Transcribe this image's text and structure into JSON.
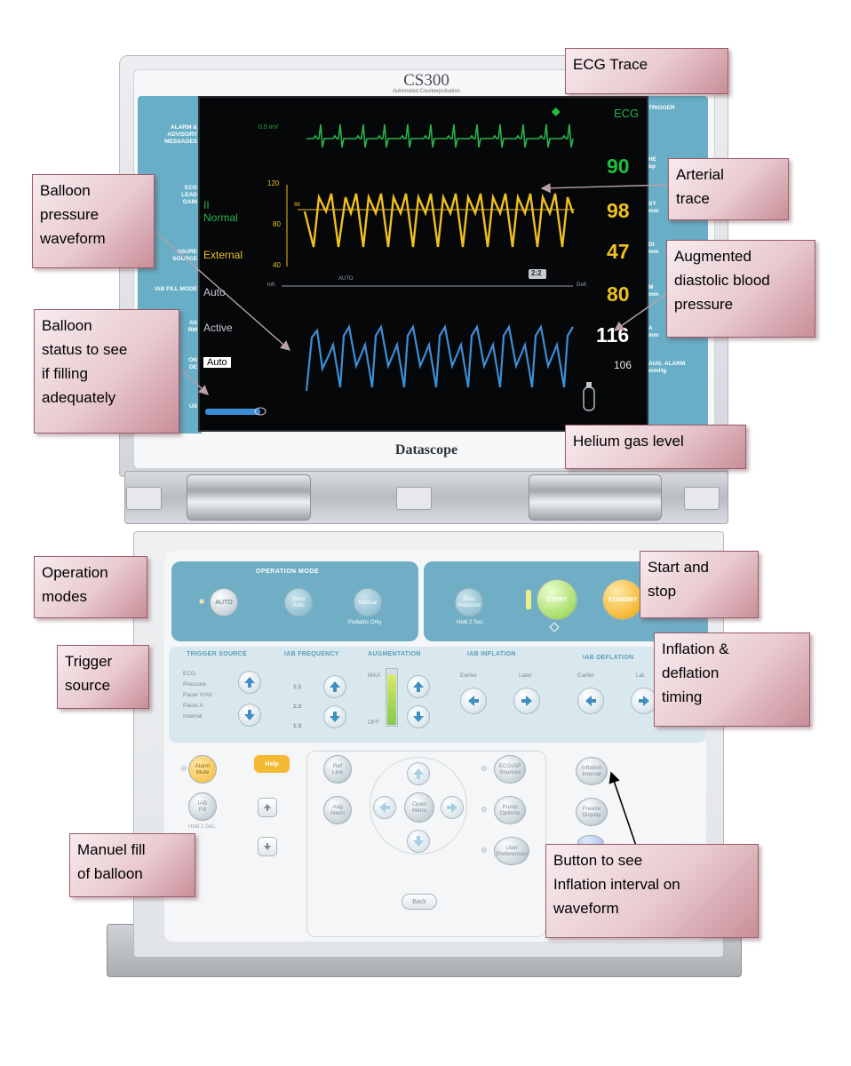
{
  "device": {
    "model": "CS300",
    "model_subtitle": "Automated Counterpulsation",
    "brand": "Datascope"
  },
  "side_left": [
    "ALARM &\nADVISORY\nMESSAGES",
    "ECG\nLEAD\nGAIN",
    "ASURE\nSOURCE",
    "IAB FILL MODE",
    "AS\nRM",
    "ON\nDE",
    "US"
  ],
  "side_right": [
    "TRIGGER",
    "HE\nbp",
    "SY\nmm",
    "DI\nmm",
    "M\nmm",
    "A\nmm",
    "AUG. ALARM\nmmHg"
  ],
  "screen": {
    "ecg_label": "ECG",
    "ecg_scale": "0.5 mV",
    "lead": "II",
    "gain": "Normal",
    "pressure_source": "External",
    "fill_mode": "Auto",
    "alarm_state": "Active",
    "operation": "Auto",
    "scale_120": "120",
    "scale_80": "80",
    "scale_40": "40",
    "marker_98": "98",
    "timing_infl": "Infl.",
    "timing_auto": "AUTO",
    "timing_defl": "Defl.",
    "frequency_badge": "2:2",
    "heart_rate": "90",
    "systolic": "98",
    "diastolic": "47",
    "mean": "80",
    "augmentation": "116",
    "aug_alarm": "106",
    "colors": {
      "ecg": "#29b34a",
      "pressure": "#f0c020",
      "balloon": "#3c8fd6",
      "heart_rate": "#1fbf3a",
      "screen_bg": "#050709"
    }
  },
  "console": {
    "operation_mode_title": "OPERATION MODE",
    "auto": "AUTO",
    "semi_auto": "Semi\nAuto",
    "manual": "Manual",
    "manual_note": "Pediatric Only",
    "zero_pressure": "Zero\nPressure",
    "hold_note": "Hold 2 Sec.",
    "start": "START",
    "standby": "STANDBY",
    "trigger_source_title": "TRIGGER SOURCE",
    "trigger_sources": [
      "ECG",
      "Pressure",
      "Pacer V/AV",
      "Pacer A",
      "Internal"
    ],
    "iab_frequency_title": "IAB FREQUENCY",
    "frequencies": [
      "1:1",
      "1:2",
      "1:3"
    ],
    "augmentation_title": "AUGMENTATION",
    "aug_max": "MAX",
    "aug_off": "OFF",
    "augmentation_level": 0.9,
    "iab_inflation_title": "IAB INFLATION",
    "iab_deflation_title": "IAB DEFLATION",
    "earlier": "Earlier",
    "later": "Later",
    "later_cut": "Lat",
    "alarm_mute": "Alarm\nMute",
    "help": "Help",
    "iab_fill": "IAB\nFill",
    "hold_fill_note": "Hold 2 Sec.",
    "ref_line": "Ref\nLine",
    "aug_alarm": "Aug\nAlarm",
    "open_menu": "Open\nMenu",
    "back": "Back",
    "ecg_ap_sources": "ECG/AP\nSources",
    "pump_options": "Pump\nOptions",
    "user_preferences": "User\nPreferences",
    "inflation_interval": "Inflation\nInterval",
    "freeze_display": "Freeze\nDisplay"
  },
  "callouts": {
    "ecg_trace": "ECG Trace",
    "arterial_trace": "Arterial\ntrace",
    "balloon_pressure": "Balloon\npressure\nwaveform",
    "augmented": "Augmented\ndiastolic blood\npressure",
    "balloon_status": "Balloon\nstatus to see\nif filling\nadequately",
    "helium": "Helium gas level",
    "operation_modes": "Operation\nmodes",
    "start_stop": "Start and\nstop",
    "trigger_source": "Trigger\nsource",
    "inflation_timing": "Inflation &\ndeflation\ntiming",
    "manual_fill": "Manuel fill\nof balloon",
    "inflation_interval_button": "Button to see\nInflation interval on\nwaveform"
  }
}
